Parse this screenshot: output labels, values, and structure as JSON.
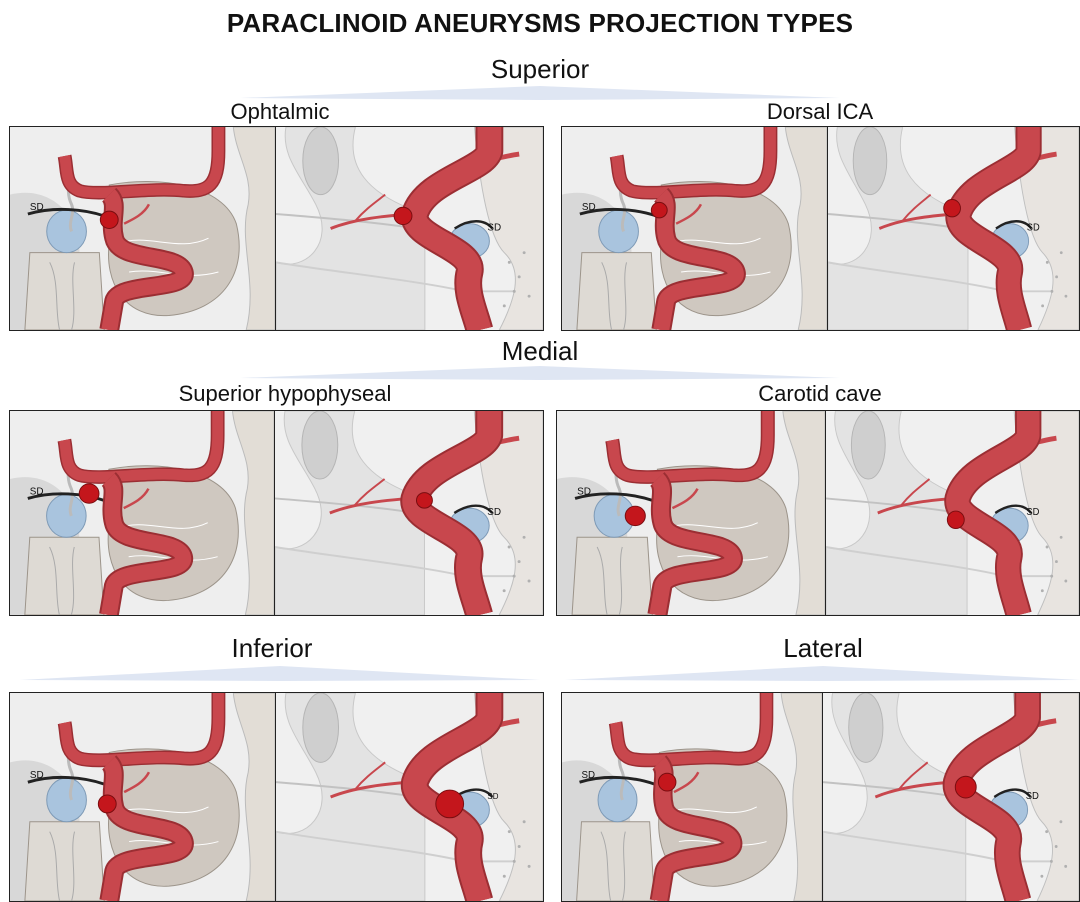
{
  "title": "PARACLINOID ANEURYSMS PROJECTION TYPES",
  "sections": {
    "superior": "Superior",
    "medial": "Medial",
    "inferior": "Inferior",
    "lateral": "Lateral"
  },
  "subtypes": {
    "ophtalmic": "Ophtalmic",
    "dorsal_ica": "Dorsal ICA",
    "superior_hypophyseal": "Superior hypophyseal",
    "carotid_cave": "Carotid cave"
  },
  "labels": {
    "sd": "SD"
  },
  "colors": {
    "artery": "#c8474d",
    "artery_dark": "#9b2e33",
    "aneurysm": "#c4161c",
    "bone": "#d9d4cc",
    "blue_structure": "#a9c4de",
    "bracket": "#dfe6f3"
  }
}
